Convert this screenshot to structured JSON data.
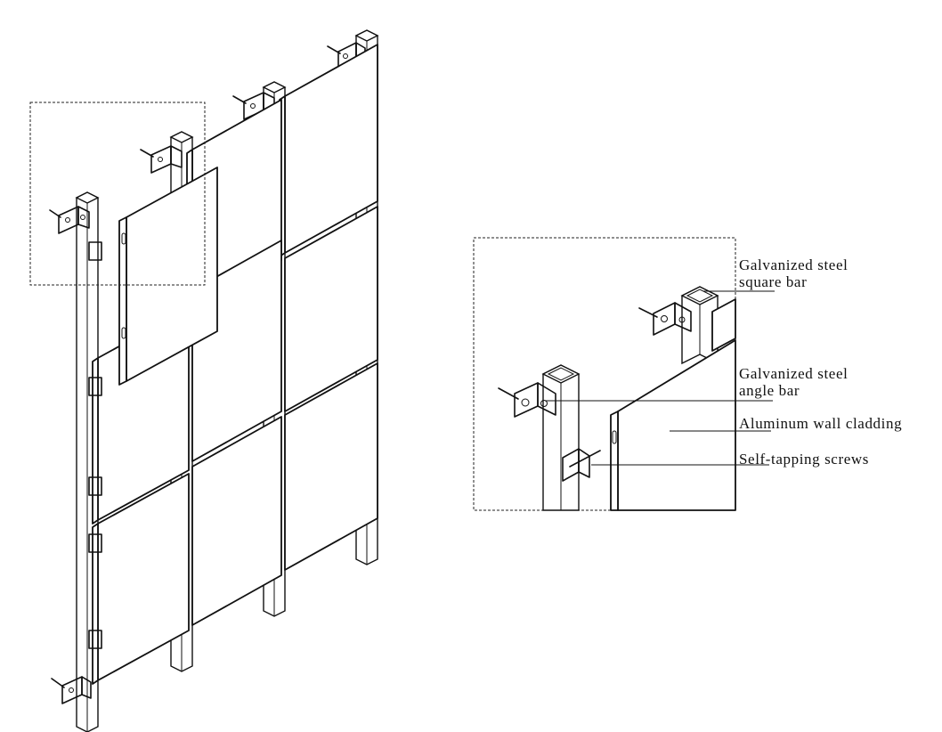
{
  "diagram": {
    "callout_labels": [
      {
        "id": "square-bar",
        "lines": [
          "Galvanized steel",
          "square bar"
        ]
      },
      {
        "id": "angle-bar",
        "lines": [
          "Galvanized steel",
          "angle bar"
        ]
      },
      {
        "id": "cladding",
        "lines": [
          "Aluminum wall cladding"
        ]
      },
      {
        "id": "screws",
        "lines": [
          "Self-tapping screws"
        ]
      }
    ],
    "colors": {
      "ink": "#111111",
      "paper": "#ffffff",
      "frame": "#222222"
    },
    "icons": [
      "square-bar-post",
      "angle-bracket",
      "self-tapping-screw",
      "cladding-panel"
    ]
  }
}
